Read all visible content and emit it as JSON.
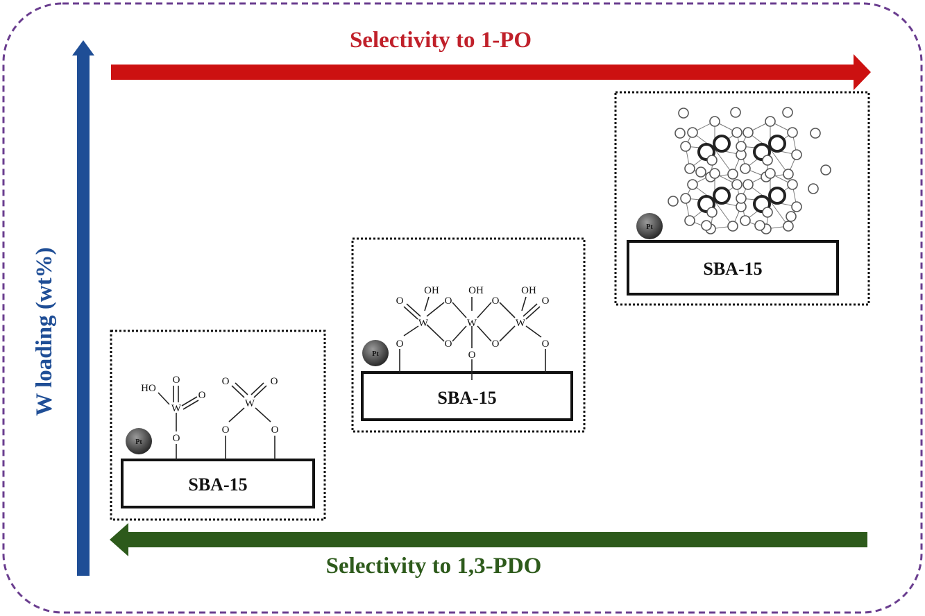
{
  "top_arrow_label": "Selectivity to 1-PO",
  "bottom_arrow_label": "Selectivity to 1,3-PDO",
  "y_axis_label": "W loading (wt%)",
  "colors": {
    "red_arrow": "#cc1111",
    "title_red": "#c0202a",
    "blue_arrow": "#1f4e96",
    "green_arrow": "#2d5a1b",
    "frame_border": "#6a3d8f"
  },
  "panels": [
    {
      "support_label": "SBA-15",
      "pt_label": "Pt",
      "groups": [
        {
          "ho": "HO",
          "w": "W",
          "o_top": "O",
          "o_side": "O",
          "o_link": "O"
        },
        {
          "w": "W",
          "o_left": "O",
          "o_right": "O",
          "o_link1": "O",
          "o_link2": "O"
        }
      ]
    },
    {
      "support_label": "SBA-15",
      "pt_label": "Pt",
      "oh_labels": [
        "OH",
        "OH",
        "OH"
      ],
      "w_labels": [
        "W",
        "W",
        "W"
      ],
      "o_label": "O"
    },
    {
      "support_label": "SBA-15",
      "pt_label": "Pt"
    }
  ]
}
